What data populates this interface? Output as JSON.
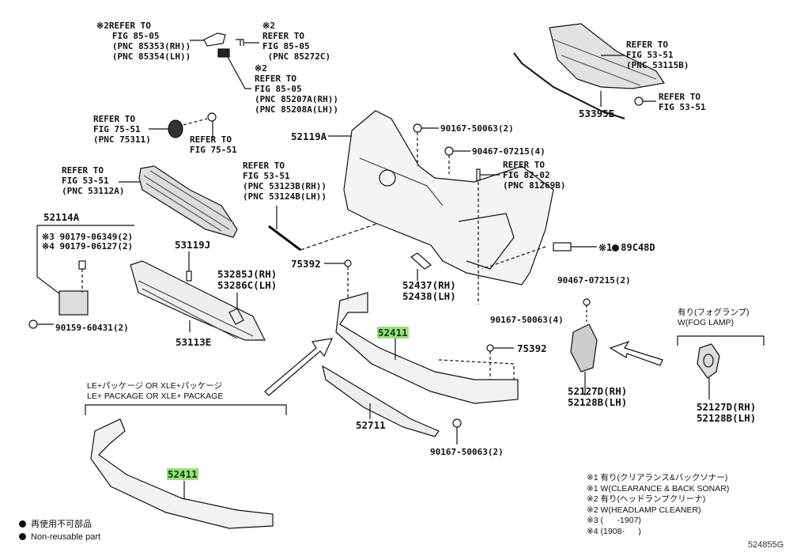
{
  "figure_code": "524855G",
  "refs": {
    "headlamp_cleaner_cover": {
      "marker": "※2",
      "lines": [
        "REFER TO",
        "FIG 85-05",
        "(PNC 85353(RH))",
        "(PNC 85354(LH))"
      ]
    },
    "clip_85272c": {
      "marker": "※2",
      "lines": [
        "REFER TO",
        "FIG 85-05",
        "(PNC 85272C)"
      ]
    },
    "nozzle_85207a": {
      "marker": "※2",
      "lines": [
        "REFER TO",
        "FIG 85-05",
        "(PNC 85207A(RH))",
        "(PNC 85208A(LH))"
      ]
    },
    "emblem_75311": {
      "lines": [
        "REFER TO",
        "FIG 75-51",
        "(PNC 75311)"
      ]
    },
    "emblem_screw": {
      "lines": [
        "REFER TO",
        "FIG 75-51"
      ]
    },
    "grille_53112a": {
      "lines": [
        "REFER TO",
        "FIG 53-51",
        "(PNC 53112A)"
      ]
    },
    "molding_53123b": {
      "lines": [
        "REFER TO",
        "FIG 53-51",
        "(PNC 53123B(RH))",
        "(PNC 53124B(LH))"
      ]
    },
    "radiator_support_53115b": {
      "lines": [
        "REFER TO",
        "FIG 53-51",
        "(PNC 53115B)"
      ]
    },
    "support_screw": {
      "lines": [
        "REFER TO",
        "FIG 53-51"
      ]
    },
    "sensor_81269b": {
      "lines": [
        "REFER TO",
        "FIG 82-02",
        "(PNC 81269B)"
      ]
    }
  },
  "parts": {
    "p52119a": "52119A",
    "p53395e": "53395E",
    "p90167_top": "90167-50063(2)",
    "p90467_top": "90467-07215(4)",
    "p52114a": "52114A",
    "p90179_a": "90179-06349(2)",
    "p90179_a_marker": "※3",
    "p90179_b": "90179-06127(2)",
    "p90179_b_marker": "※4",
    "p90159": "90159-60431(2)",
    "p53119j": "53119J",
    "p53285j": "53285J(RH)",
    "p53286c": "53286C(LH)",
    "p53113e": "53113E",
    "p75392_a": "75392",
    "p52437": "52437(RH)",
    "p52438": "52438(LH)",
    "p89c48d_marker": "※1",
    "p89c48d": "89C48D",
    "p90467_mid": "90467-07215(2)",
    "p90167_mid": "90167-50063(4)",
    "p52411_main": "52411",
    "p75392_b": "75392",
    "p52711": "52711",
    "p90167_bottom": "90167-50063(2)",
    "p52127d_a": "52127D(RH)",
    "p52128b_a": "52128B(LH)",
    "p52127d_b": "52127D(RH)",
    "p52128b_b": "52128B(LH)",
    "p52411_alt": "52411"
  },
  "groups": {
    "fog_lamp": {
      "jp": "有り(フォグランプ)",
      "en": "W(FOG LAMP)"
    },
    "package": {
      "jp": "LE+パッケージ OR XLE+パッケージ",
      "en": "LE+ PACKAGE OR XLE+ PACKAGE"
    }
  },
  "legend": {
    "non_reusable_jp": "再使用不可部品",
    "non_reusable_en": "Non-reusable part"
  },
  "footnotes": [
    "※1 有り(クリアランス&バックソナー)",
    "※1 W(CLEARANCE & BACK SONAR)",
    "※2 有り(ヘッドランプクリーナ)",
    "※2 W(HEADLAMP CLEANER)",
    "※3 (      -1907)",
    "※4 (1908-      )"
  ],
  "colors": {
    "highlight": "#9be07a",
    "ink": "#111111"
  }
}
